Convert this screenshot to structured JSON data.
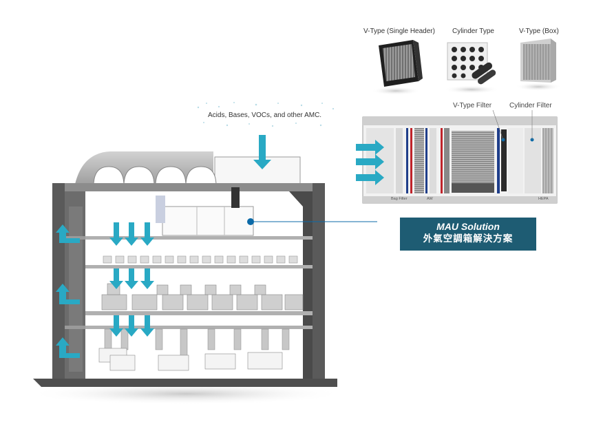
{
  "products": [
    {
      "label": "V-Type (Single Header)",
      "icon": "v-type-single-header-filter-icon"
    },
    {
      "label": "Cylinder Type",
      "icon": "cylinder-type-filter-icon"
    },
    {
      "label": "V-Type (Box)",
      "icon": "v-type-box-filter-icon"
    }
  ],
  "mau_unit": {
    "vtype_label": "V-Type Filter",
    "cylinder_label": "Cylinder Filter",
    "bag_filter_label": "Bag Filter",
    "aw_label": "AW",
    "hepa_label": "HEPA"
  },
  "amc_label": "Acids, Bases, VOCs, and other AMC.",
  "mau_solution": {
    "title": "MAU Solution",
    "subtitle": "外氣空調箱解決方案"
  },
  "colors": {
    "accent_teal": "#29a9c4",
    "mau_box": "#1e5c73",
    "marker_blue": "#0b6aa8",
    "building_dark": "#555555"
  }
}
